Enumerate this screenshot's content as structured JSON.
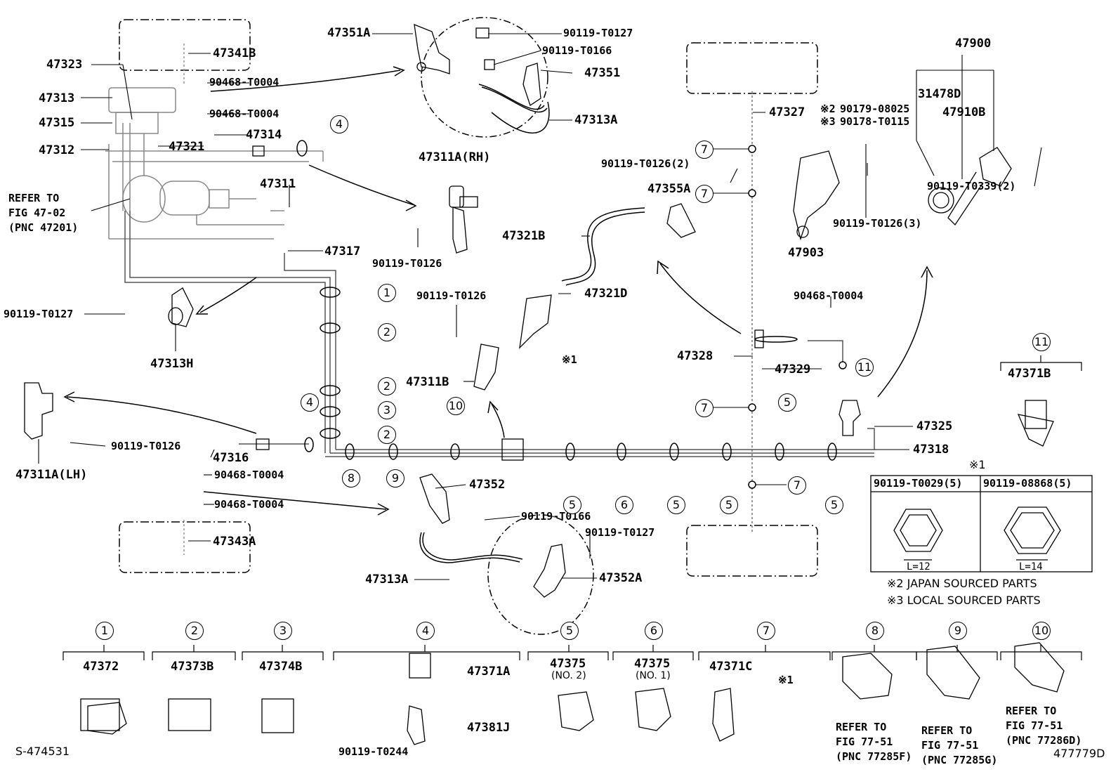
{
  "part_labels": {
    "p47351A": "47351A",
    "p90119_T0127_top": "90119-T0127",
    "p90119_T0166_top": "90119-T0166",
    "p47351": "47351",
    "p47313A_top": "47313A",
    "p47341B": "47341B",
    "p47323": "47323",
    "p90468_a": "90468-T0004",
    "p47313": "47313",
    "p90468_b": "90468-T0004",
    "p47315": "47315",
    "p47314": "47314",
    "p47312": "47312",
    "p47321": "47321",
    "p47311": "47311",
    "p47311A_RH": "47311A(RH)",
    "p90119_T0126_rh": "90119-T0126",
    "p47317": "47317",
    "p90119_T0127_left": "90119-T0127",
    "p47313H": "47313H",
    "p47311A_LH": "47311A(LH)",
    "p90119_T0126_lh": "90119-T0126",
    "p47316": "47316",
    "p90468_c": "90468-T0004",
    "p90468_d": "90468-T0004",
    "p47343A": "47343A",
    "p47352": "47352",
    "p90119_T0166_bot": "90119-T0166",
    "p90119_T0127_bot": "90119-T0127",
    "p47313A_bot": "47313A",
    "p47352A": "47352A",
    "p47321B": "47321B",
    "p47321D": "47321D",
    "p90119_T0126_mid": "90119-T0126",
    "p47311B": "47311B",
    "p47327": "47327",
    "p90119_T0126_2": "90119-T0126(2)",
    "p47355A": "47355A",
    "p47328": "47328",
    "p90468_e": "90468-T0004",
    "p47329": "47329",
    "p47325": "47325",
    "p47318": "47318",
    "p47900": "47900",
    "p31478D": "31478D",
    "p90179": "90179-08025",
    "p90178": "90178-T0115",
    "p47910B": "47910B",
    "p47903": "47903",
    "p90119_T0126_3": "90119-T0126(3)",
    "p90119_T0339_2": "90119-T0339(2)",
    "p47371B": "47371B",
    "mark2": "※2",
    "mark3": "※3",
    "mark1_a": "※1"
  },
  "refer_to": {
    "line1": "REFER TO",
    "line2": "FIG 47-02",
    "line3": "(PNC 47201)"
  },
  "bolt_table": {
    "mark": "※1",
    "col1_header": "90119-T0029(5)",
    "col2_header": "90119-08868(5)",
    "col1_dim": "L=12",
    "col2_dim": "L=14",
    "note2": "※2 JAPAN SOURCED PARTS",
    "note3": "※3 LOCAL SOURCED PARTS"
  },
  "clamp_callouts": [
    "1",
    "2",
    "2",
    "3",
    "2",
    "4",
    "4",
    "5",
    "5",
    "5",
    "5",
    "5",
    "5",
    "6",
    "7",
    "7",
    "7",
    "7",
    "8",
    "9",
    "10",
    "11",
    "11"
  ],
  "legend": {
    "items": [
      {
        "num": "1",
        "part": "47372"
      },
      {
        "num": "2",
        "part": "47373B"
      },
      {
        "num": "3",
        "part": "47374B"
      },
      {
        "num": "4",
        "part": "",
        "sub1": "47371A",
        "sub2": "47381J",
        "sub3": "90119-T0244"
      },
      {
        "num": "5",
        "part": "47375",
        "note": "(NO. 2)"
      },
      {
        "num": "6",
        "part": "47375",
        "note": "(NO. 1)"
      },
      {
        "num": "7",
        "part": "47371C",
        "mark": "※1"
      },
      {
        "num": "8",
        "ref1": "REFER TO",
        "ref2": "FIG 77-51",
        "ref3": "(PNC 77285F)"
      },
      {
        "num": "9",
        "ref1": "REFER TO",
        "ref2": "FIG 77-51",
        "ref3": "(PNC 77285G)"
      },
      {
        "num": "10",
        "ref1": "REFER TO",
        "ref2": "FIG 77-51",
        "ref3": "(PNC 77286D)"
      }
    ]
  },
  "footer": {
    "left_code": "S-474531",
    "right_code": "477779D"
  }
}
